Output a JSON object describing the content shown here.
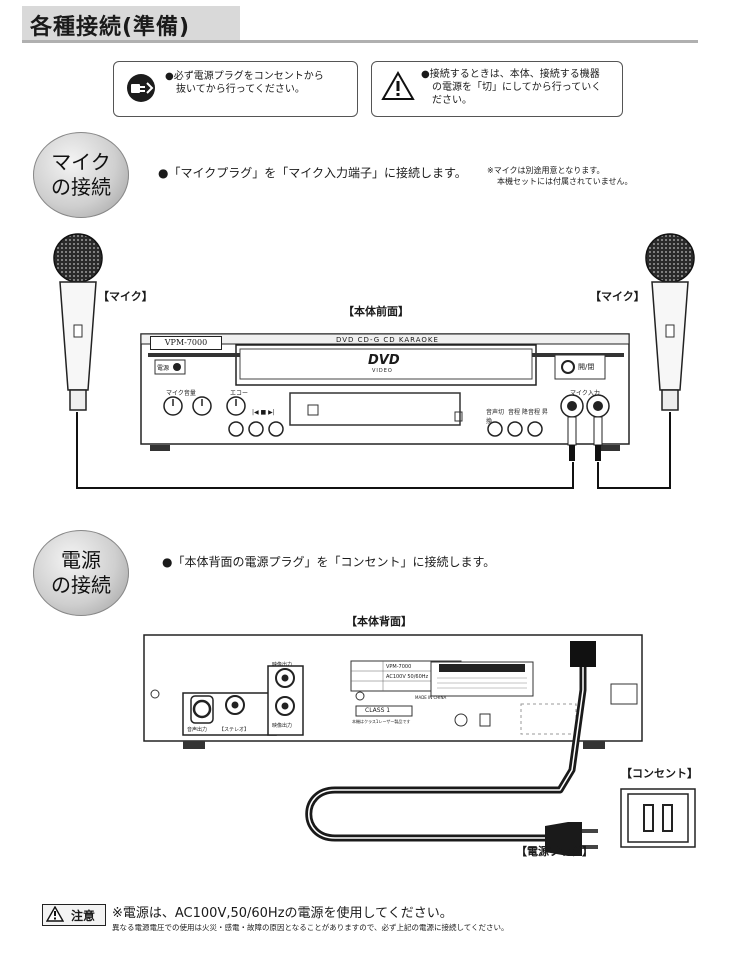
{
  "header": {
    "title": "各種接続(準備)"
  },
  "notices": {
    "plug": {
      "line1": "●必ず電源プラグをコンセントから",
      "line2": "抜いてから行ってください。"
    },
    "warning": {
      "line1": "●接続するときは、本体、接続する機器",
      "line2": "の電源を「切」にしてから行っていく",
      "line3": "ださい。"
    }
  },
  "mic_section": {
    "bubble_line1": "マイク",
    "bubble_line2": "の接続",
    "instruction": "●「マイクプラグ」を「マイク入力端子」に接続します。",
    "note_line1": "※マイクは別途用意となります。",
    "note_line2": "本機セットには付属されていません。",
    "label_mic_left": "【マイク】",
    "label_mic_right": "【マイク】",
    "label_front": "【本体前面】"
  },
  "front_panel": {
    "model": "VPM-7000",
    "disc_text": "DVD CD-G CD KARAOKE",
    "dvd_logo": "DVD",
    "dvd_sub": "VIDEO",
    "power_label": "電源",
    "open_label": "開/閉",
    "mic_volume_label": "マイク音量",
    "echo_label": "エコー",
    "mic_jack_label": "マイク入力",
    "key_labels": [
      "音声切換",
      "音程 降",
      "音程 昇"
    ],
    "nav_symbols": "|◀ ■ ▶|"
  },
  "power_section": {
    "bubble_line1": "電源",
    "bubble_line2": "の接続",
    "instruction": "●「本体背面の電源プラグ」を「コンセント」に接続します。",
    "label_rear": "【本体背面】",
    "label_outlet": "【コンセント】",
    "label_plug": "【電源プラグ】"
  },
  "rear_panel": {
    "video_out_top": "映像出力",
    "video_out_bottom": "映像出力",
    "audio_out": "音声出力",
    "stereo": "【ステレオ】",
    "class1": "CLASS 1",
    "laser_note": "本機はクラス1レーザー製品です",
    "spec_model": "VPM-7000",
    "spec_power": "AC100V 50/60Hz",
    "made_in": "MADE IN CHINA"
  },
  "footer": {
    "badge": "注意",
    "main": "※電源は、AC100V,50/60Hzの電源を使用してください。",
    "sub": "異なる電源電圧での使用は火災・感電・故障の原因となることがありますので、必ず上記の電源に接続してください。"
  }
}
